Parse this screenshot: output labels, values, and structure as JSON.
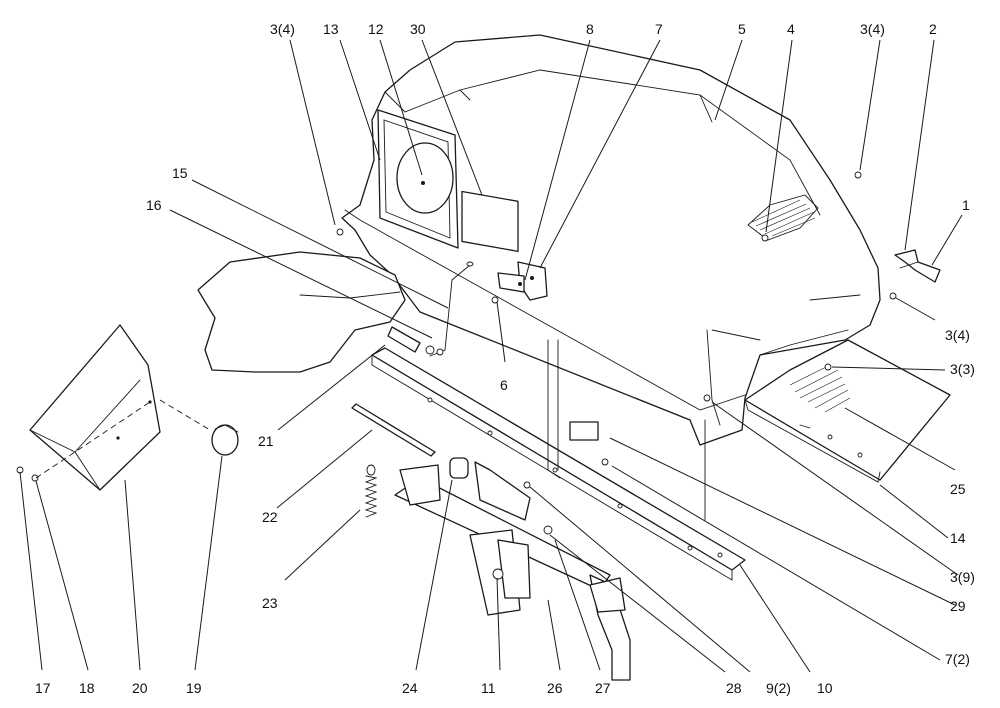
{
  "colors": {
    "line": "#1a1a1a",
    "background": "#ffffff"
  },
  "callouts": {
    "c1": "1",
    "c2": "2",
    "c3_4_top_left": "3(4)",
    "c3_4_top_right": "3(4)",
    "c3_4_right": "3(4)",
    "c3_3": "3(3)",
    "c3_9": "3(9)",
    "c4": "4",
    "c5": "5",
    "c6": "6",
    "c7": "7",
    "c7_2": "7(2)",
    "c8": "8",
    "c9_2": "9(2)",
    "c10": "10",
    "c11": "11",
    "c12": "12",
    "c13": "13",
    "c14": "14",
    "c15": "15",
    "c16": "16",
    "c17": "17",
    "c18": "18",
    "c19": "19",
    "c20": "20",
    "c21": "21",
    "c22": "22",
    "c23": "23",
    "c24": "24",
    "c25": "25",
    "c26": "26",
    "c27": "27",
    "c28": "28",
    "c29": "29",
    "c30": "30"
  }
}
